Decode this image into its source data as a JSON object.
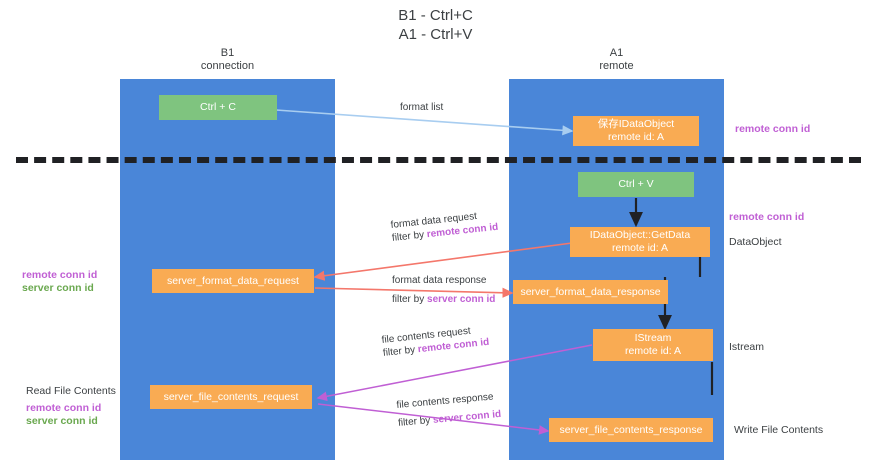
{
  "title": {
    "line1": "B1 - Ctrl+C",
    "line2": "A1 - Ctrl+V"
  },
  "columns": [
    {
      "name": "B1",
      "role": "connection"
    },
    {
      "name": "A1",
      "role": "remote"
    }
  ],
  "nodes": {
    "ctrl_c": {
      "label": "Ctrl + C"
    },
    "save_idataobject": {
      "line1": "保存IDataObject",
      "line2": "remote id: A"
    },
    "ctrl_v": {
      "label": "Ctrl + V"
    },
    "getdata": {
      "line1": "IDataObject::GetData",
      "line2": "remote id: A"
    },
    "server_format_data_request": {
      "label": "server_format_data_request"
    },
    "server_format_data_response": {
      "label": "server_format_data_response"
    },
    "istream": {
      "line1": "IStream",
      "line2": "remote id: A"
    },
    "server_file_contents_request": {
      "label": "server_file_contents_request"
    },
    "server_file_contents_response": {
      "label": "server_file_contents_response"
    }
  },
  "edges": {
    "format_list": {
      "label": "format list"
    },
    "format_data_request": {
      "label": "format data request",
      "filter_prefix": "filter by ",
      "filter_key": "remote conn id"
    },
    "format_data_response": {
      "label": "format data response",
      "filter_prefix": "filter by ",
      "filter_key": "server conn id"
    },
    "file_contents_request": {
      "label": "file contents request",
      "filter_prefix": "filter by ",
      "filter_key": "remote conn id"
    },
    "file_contents_response": {
      "label": "file contents response",
      "filter_prefix": "filter by ",
      "filter_key": "server conn id"
    }
  },
  "annotations": {
    "right_remote_conn_id_top": "remote conn id",
    "right_remote_conn_id_mid": "remote conn id",
    "right_dataobject": "DataObject",
    "right_istream": "Istream",
    "right_write_file_contents": "Write File Contents",
    "left_remote_conn_id_mid": "remote conn id",
    "left_server_conn_id_mid": "server conn id",
    "left_read_file_contents": "Read File Contents",
    "left_remote_conn_id_bottom": "remote conn id",
    "left_server_conn_id_bottom": "server conn id"
  },
  "colors": {
    "lane": "#4a86d8",
    "node_orange": "#f9ab53",
    "node_green": "#7fc47f",
    "purple": "#c05fd4",
    "green_text": "#6aa84f",
    "arrow_blue": "#a8cdf0",
    "arrow_red": "#f4776b",
    "arrow_magenta": "#c05fd4",
    "arrow_dark": "#202124"
  }
}
